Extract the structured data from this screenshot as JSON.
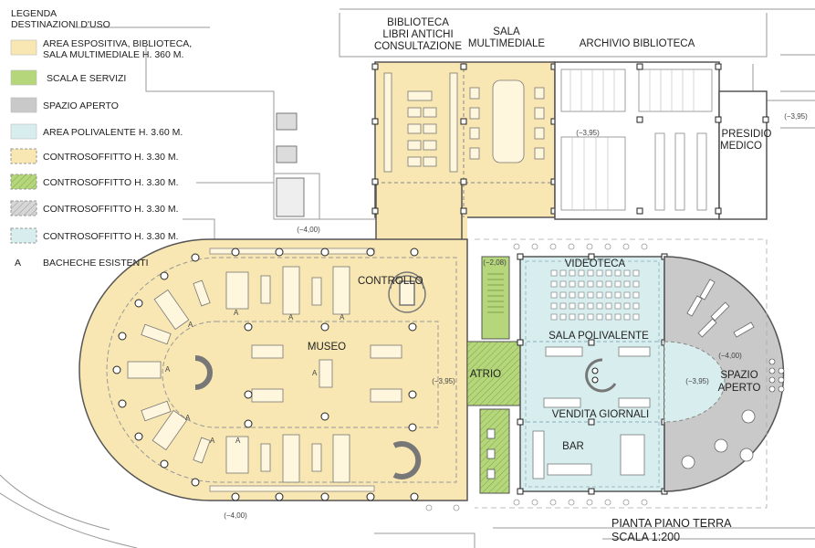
{
  "legend": {
    "title": "LEGENDA",
    "subtitle": "DESTINAZIONI D'USO",
    "items": [
      {
        "lines": [
          "AREA ESPOSITIVA, BIBLIOTECA,",
          "SALA MULTIMEDIALE H. 360 M."
        ],
        "color": "#f8e7b3",
        "pattern": "solid"
      },
      {
        "lines": [
          "SCALA E SERVIZI"
        ],
        "color": "#b5d67b",
        "pattern": "solid"
      },
      {
        "lines": [
          "SPAZIO APERTO"
        ],
        "color": "#c9c9c9",
        "pattern": "solid"
      },
      {
        "lines": [
          "AREA POLIVALENTE H. 3.60 M."
        ],
        "color": "#d8eeee",
        "pattern": "solid"
      },
      {
        "lines": [
          "CONTROSOFFITTO H. 3.30 M."
        ],
        "color": "#f8e7b3",
        "pattern": "dashed"
      },
      {
        "lines": [
          "CONTROSOFFITTO H. 3.30 M."
        ],
        "color": "#b5d67b",
        "pattern": "hatched"
      },
      {
        "lines": [
          "CONTROSOFFITTO H. 3.30 M."
        ],
        "color": "#c9c9c9",
        "pattern": "hatched"
      },
      {
        "lines": [
          "CONTROSOFFITTO H. 3.30 M."
        ],
        "color": "#d8eeee",
        "pattern": "dashed"
      },
      {
        "lines": [
          "BACHECHE ESISTENTI"
        ],
        "marker": "A"
      }
    ]
  },
  "rooms": {
    "biblioteca_antichi": [
      "BIBLIOTECA",
      "LIBRI ANTICHI",
      "CONSULTAZIONE"
    ],
    "sala_multimediale": [
      "SALA",
      "MULTIMEDIALE"
    ],
    "archivio": "ARCHIVIO  BIBLIOTECA",
    "presidio": [
      "PRESIDIO",
      "MEDICO"
    ],
    "controllo": "CONTROLLO",
    "museo": "MUSEO",
    "atrio": "ATRIO",
    "videoteca": "VIDEOTECA",
    "sala_polivalente": "SALA POLIVALENTE",
    "vendita_giornali": "VENDITA GIORNALI",
    "bar": "BAR",
    "spazio_aperto": [
      "SPAZIO",
      "APERTO"
    ]
  },
  "elevations": {
    "archivio": "(−3,95)",
    "right_top": "(−3,95)",
    "museum_top": "(−4,00)",
    "stair": "(−2,08)",
    "atrio": "(−3,95)",
    "aperto_top": "(−4,00)",
    "aperto_mid": "(−3,95)",
    "museum_bottom": "(−4,00)"
  },
  "showcase_marker": "A",
  "footer": {
    "title": "PIANTA PIANO TERRA",
    "scale": "SCALA 1:200"
  },
  "colors": {
    "expo": "#f8e7b3",
    "services": "#b5d67b",
    "open": "#c9c9c9",
    "polyvalent": "#d8eeee",
    "wall": "#555555"
  }
}
